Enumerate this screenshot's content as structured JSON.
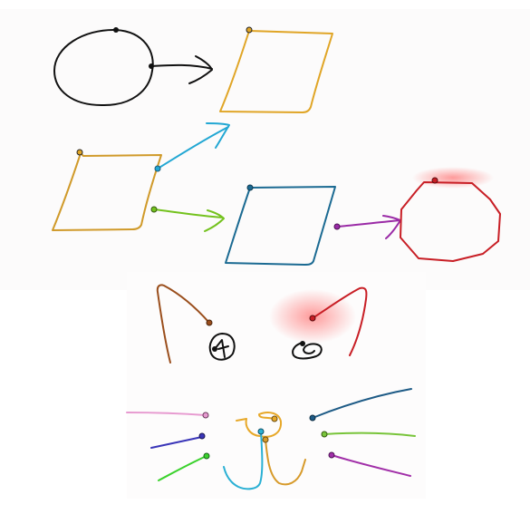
{
  "canvas": {
    "background": "#ffffff"
  },
  "colors": {
    "black": "#111111",
    "gold": "#e0a526",
    "ochre": "#d09a2a",
    "cyan": "#22a7d3",
    "lime": "#74c21e",
    "teal": "#1b6a92",
    "purple": "#9a2aa6",
    "red": "#c81e25",
    "brown": "#9a4e1c",
    "pink": "#e79ad0",
    "indigo": "#3a35b8",
    "green": "#3bd22d",
    "orange": "#e7a829",
    "sky": "#2ab0d4",
    "amber": "#d79a2a",
    "navy": "#1e5b86",
    "olive": "#78c43a",
    "violet": "#a12fa8"
  },
  "shapes": {
    "flow_top": [
      {
        "name": "circle-shape",
        "color": "black"
      },
      {
        "name": "arrow-to-parallelogram",
        "color": "black"
      },
      {
        "name": "parallelogram-top",
        "color": "gold"
      }
    ],
    "flow_middle": [
      {
        "name": "parallelogram-left",
        "color": "ochre"
      },
      {
        "name": "arrow-cyan",
        "color": "cyan"
      },
      {
        "name": "arrow-lime",
        "color": "lime"
      },
      {
        "name": "parallelogram-blue",
        "color": "teal"
      },
      {
        "name": "arrow-purple",
        "color": "purple"
      },
      {
        "name": "octagon-red",
        "color": "red"
      }
    ],
    "cat_face": [
      {
        "name": "left-ear",
        "color": "brown"
      },
      {
        "name": "right-ear",
        "color": "red"
      },
      {
        "name": "left-eye",
        "color": "black"
      },
      {
        "name": "right-eye",
        "color": "black"
      },
      {
        "name": "whisker-left-top",
        "color": "pink"
      },
      {
        "name": "whisker-left-middle",
        "color": "indigo"
      },
      {
        "name": "whisker-left-bottom",
        "color": "green"
      },
      {
        "name": "nose",
        "color": "orange"
      },
      {
        "name": "mouth-left",
        "color": "sky"
      },
      {
        "name": "mouth-right",
        "color": "amber"
      },
      {
        "name": "whisker-right-top",
        "color": "navy"
      },
      {
        "name": "whisker-right-middle",
        "color": "olive"
      },
      {
        "name": "whisker-right-bottom",
        "color": "violet"
      }
    ]
  }
}
